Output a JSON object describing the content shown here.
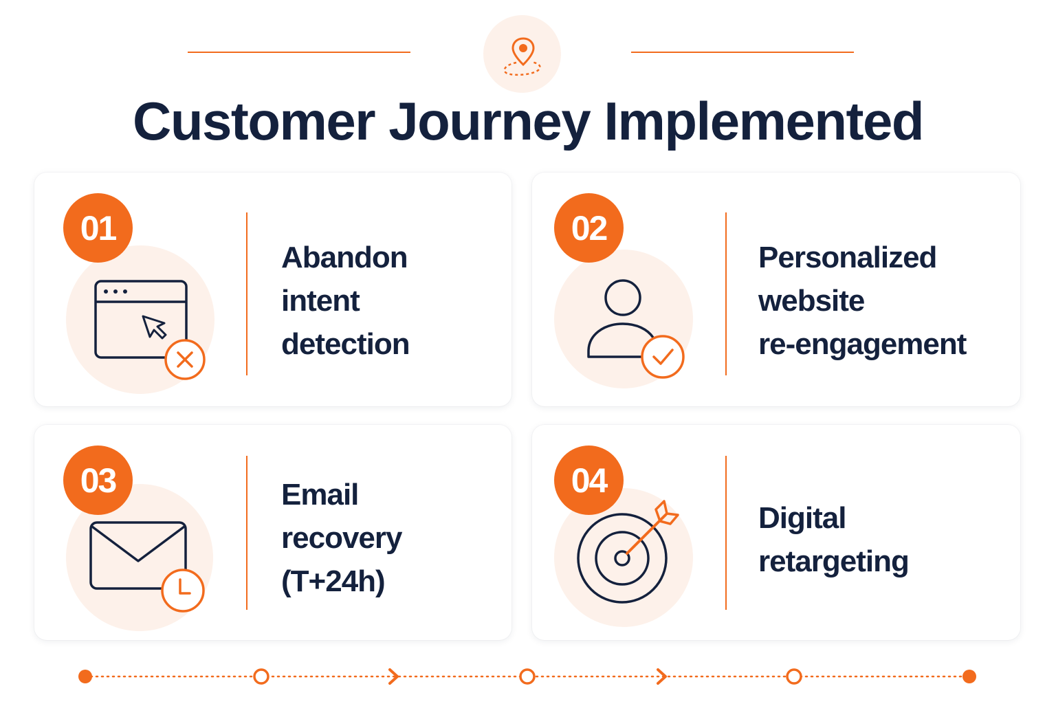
{
  "header": {
    "title": "Customer Journey Implemented",
    "icon": "location-pin-icon"
  },
  "steps": [
    {
      "number": "01",
      "label_lines": [
        "Abandon",
        "intent",
        "detection"
      ],
      "icon": "browser-window-cursor-icon",
      "badge_icon": "x-circle-icon"
    },
    {
      "number": "02",
      "label_lines": [
        "Personalized",
        "website",
        "re-engagement"
      ],
      "icon": "user-icon",
      "badge_icon": "check-circle-icon"
    },
    {
      "number": "03",
      "label_lines": [
        "Email",
        "recovery",
        "(T+24h)"
      ],
      "icon": "envelope-icon",
      "badge_icon": "clock-icon"
    },
    {
      "number": "04",
      "label_lines": [
        "Digital",
        "retargeting"
      ],
      "icon": "target-arrow-icon",
      "badge_icon": ""
    }
  ],
  "colors": {
    "accent": "#f26b1d",
    "text": "#14213d",
    "icon_bg": "#fdf1ea",
    "card_bg": "#ffffff"
  },
  "footer": {
    "timeline_markers": [
      "dot",
      "ring",
      "chevron",
      "ring",
      "chevron",
      "ring",
      "dot"
    ]
  }
}
